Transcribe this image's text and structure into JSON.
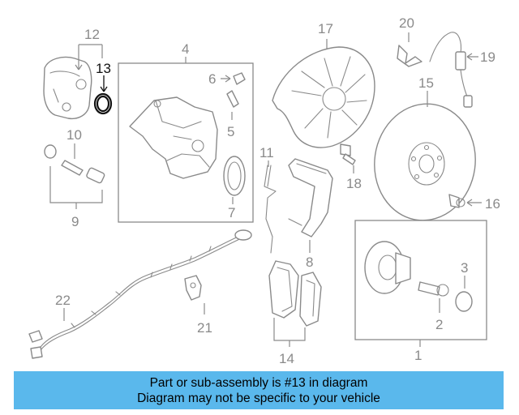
{
  "diagram": {
    "labels": {
      "l1": "1",
      "l2": "2",
      "l3": "3",
      "l4": "4",
      "l5": "5",
      "l6": "6",
      "l7": "7",
      "l8": "8",
      "l9": "9",
      "l10": "10",
      "l11": "11",
      "l12": "12",
      "l13": "13",
      "l14": "14",
      "l15": "15",
      "l16": "16",
      "l17": "17",
      "l18": "18",
      "l19": "19",
      "l20": "20",
      "l21": "21",
      "l22": "22"
    },
    "highlight_color": "#111111",
    "part_color": "#8a8a8a"
  },
  "banner": {
    "line1": "Part or sub-assembly is #13 in diagram",
    "line2": "Diagram may not be specific to your vehicle",
    "background": "#5ab8ec"
  }
}
